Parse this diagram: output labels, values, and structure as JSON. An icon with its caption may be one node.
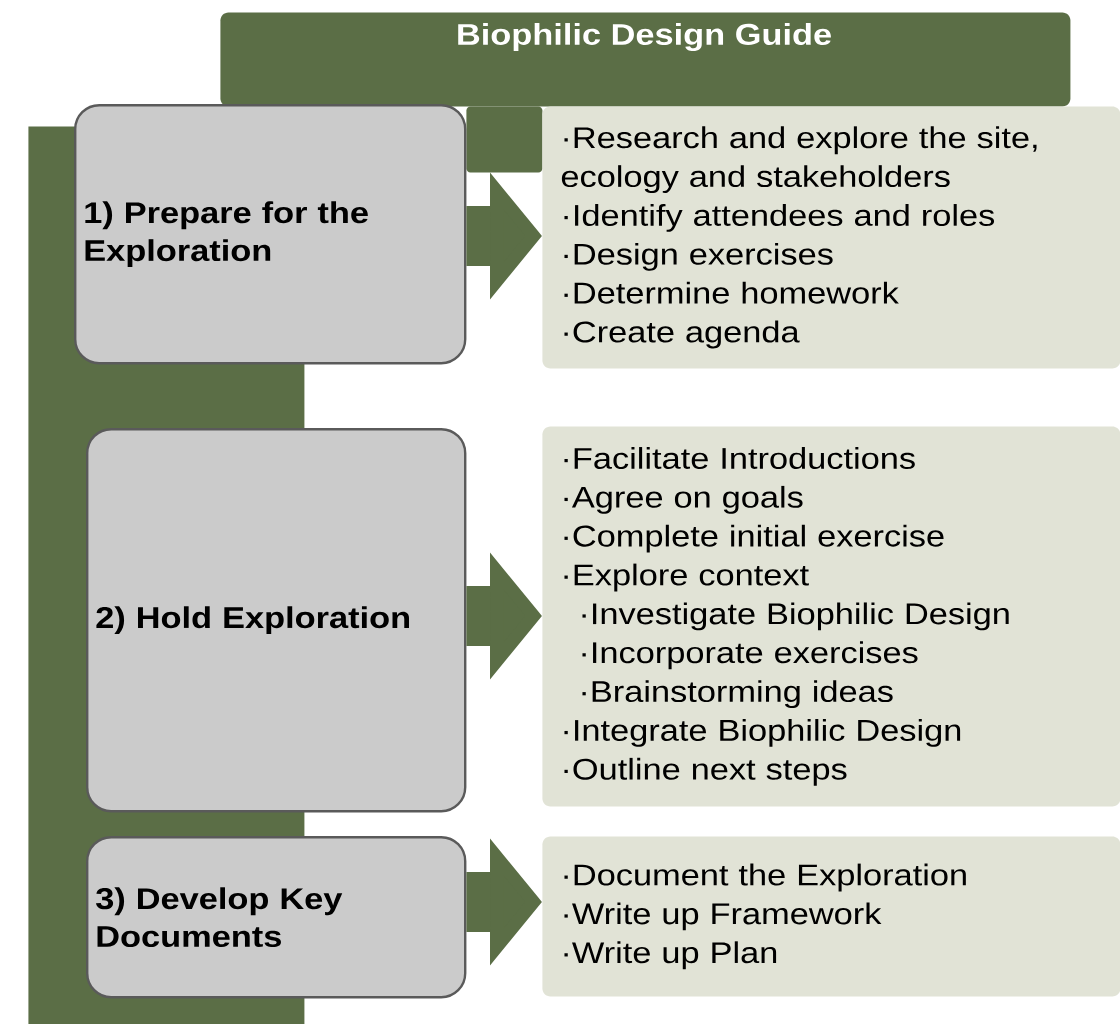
{
  "diagram": {
    "nodes": [
      {
        "text": [
          "Biophilic Design Guide"
        ]
      },
      {
        "text": [
          "1) Prepare for the Exploration"
        ]
      },
      {
        "text": [
          "·Research and explore the site, ecology and stakeholders",
          "·Identify attendees and roles",
          "·Design exercises",
          "·Determine homework",
          "·Create agenda"
        ]
      },
      {
        "text": [
          "2) Hold Exploration"
        ]
      },
      {
        "text": [
          "·Facilitate Introductions",
          "·Agree on goals",
          "·Complete initial exercise",
          "·Explore context",
          "·Investigate Biophilic Design",
          "·Incorporate exercises",
          "·Brainstorming ideas",
          "·Integrate Biophilic Design",
          "·Outline next steps"
        ]
      },
      {
        "text": [
          "3) Develop Key Documents"
        ]
      },
      {
        "text": [
          "·Document the Exploration",
          "·Write up Framework",
          "·Write up Plan"
        ]
      },
      {
        "text": [],
        "shape": "bar"
      },
      {
        "text": [],
        "shape": "box"
      }
    ],
    "edges": [
      {
        "from": 1,
        "to": 2,
        "arrow": "to"
      },
      {
        "from": 3,
        "to": 4,
        "arrow": "to"
      },
      {
        "from": 5,
        "to": 6,
        "arrow": "to"
      }
    ]
  }
}
